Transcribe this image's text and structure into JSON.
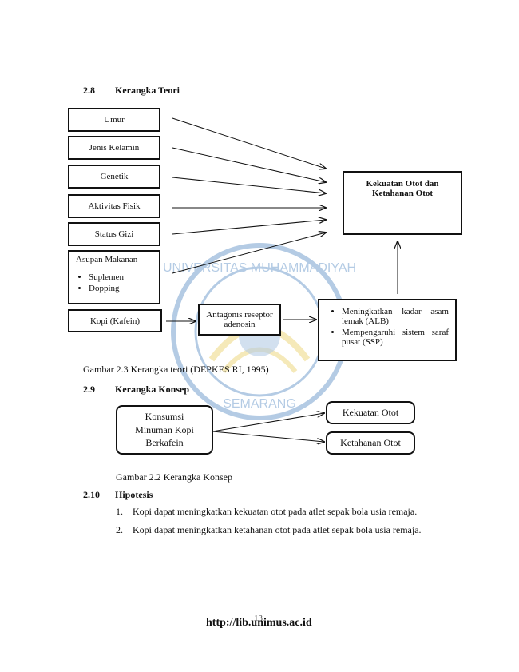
{
  "section_2_8": {
    "number": "2.8",
    "title": "Kerangka Teori"
  },
  "teori": {
    "factors": [
      "Umur",
      "Jenis Kelamin",
      "Genetik",
      "Aktivitas Fisik",
      "Status Gizi"
    ],
    "asupan": {
      "title": "Asupan Makanan",
      "items": [
        "Suplemen",
        "Dopping"
      ]
    },
    "kopi": "Kopi (Kafein)",
    "antagonis": "Antagonis reseptor adenosin",
    "effects": [
      "Meningkatkan kadar asam lemak (ALB)",
      "Mempengaruhi sistem saraf pusat (SSP)"
    ],
    "outcome": "Kekuatan Otot dan Ketahanan Otot",
    "caption": "Gambar 2.3 Kerangka teori (DEPKES RI, 1995)"
  },
  "section_2_9": {
    "number": "2.9",
    "title": "Kerangka Konsep"
  },
  "konsep": {
    "source": "Konsumsi Minuman Kopi Berkafein",
    "target1": "Kekuatan Otot",
    "target2": "Ketahanan Otot",
    "caption": "Gambar 2.2 Kerangka Konsep"
  },
  "section_2_10": {
    "number": "2.10",
    "title": "Hipotesis"
  },
  "hipotesis": {
    "items": [
      {
        "num": "1.",
        "text": "Kopi dapat meningkatkan kekuatan otot pada atlet sepak bola usia remaja."
      },
      {
        "num": "2.",
        "text": "Kopi dapat meningkatkan ketahanan otot pada atlet sepak bola usia remaja."
      }
    ]
  },
  "footer": {
    "url": "http://lib.unimus.ac.id",
    "page": "13"
  },
  "colors": {
    "watermark": "#2a6db5",
    "watermark_yellow": "#e5c23a"
  }
}
